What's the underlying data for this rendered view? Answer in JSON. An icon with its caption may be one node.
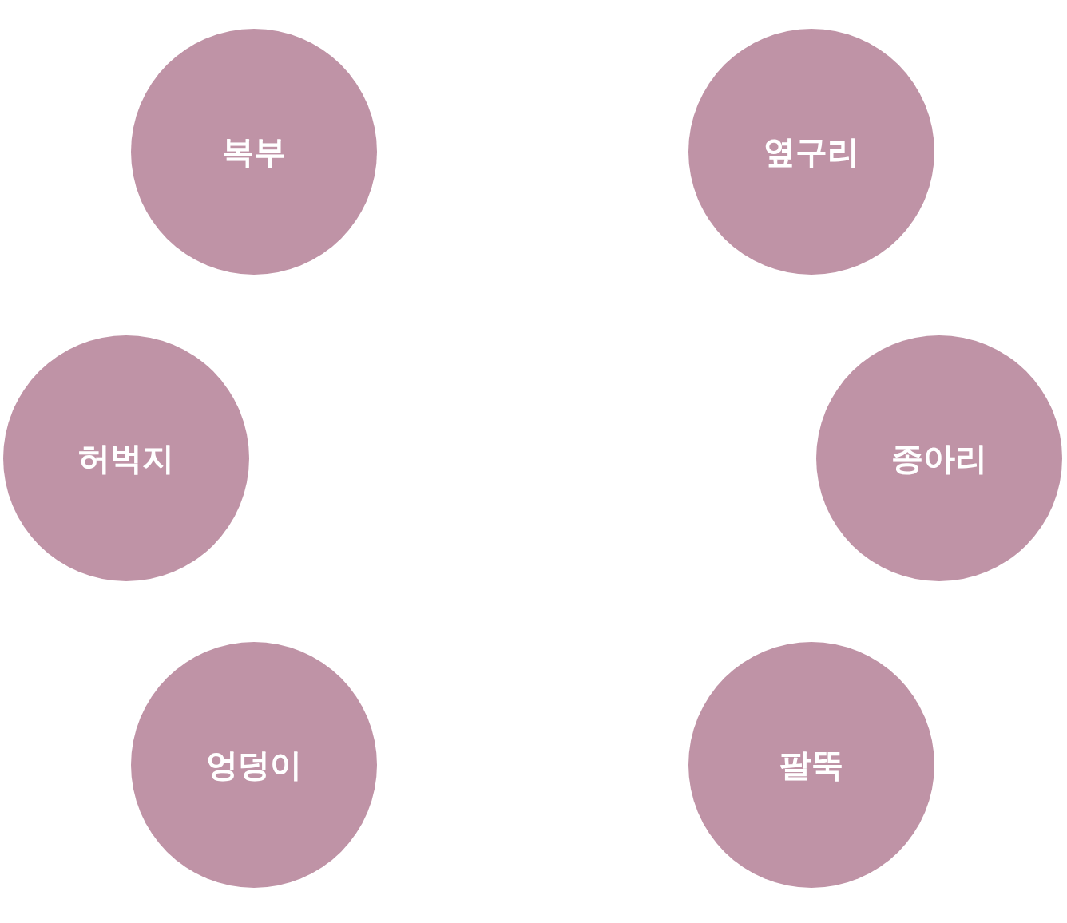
{
  "diagram": {
    "nodes": [
      {
        "text": [
          "복부"
        ]
      },
      {
        "text": [
          "옆구리"
        ]
      },
      {
        "text": [
          "허벅지"
        ]
      },
      {
        "text": [
          "종아리"
        ]
      },
      {
        "text": [
          "엉덩이"
        ]
      },
      {
        "text": [
          "팔뚝"
        ]
      }
    ]
  }
}
